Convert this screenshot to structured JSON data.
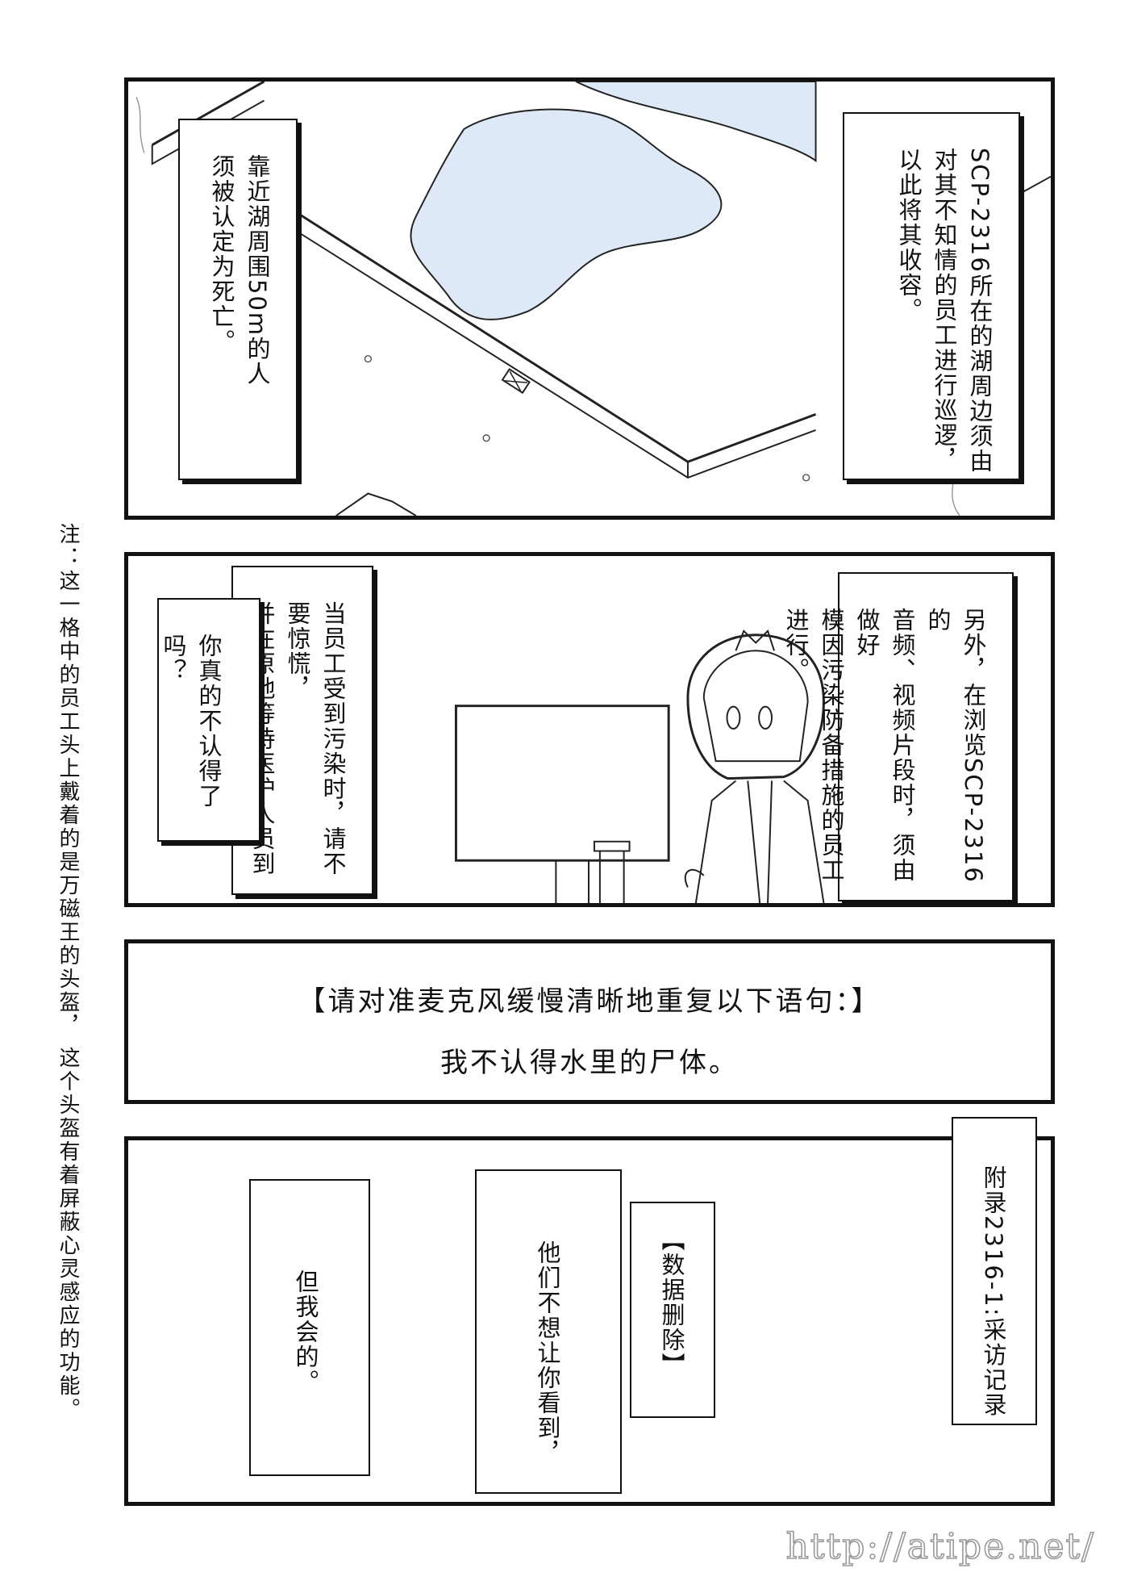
{
  "panel1": {
    "left_caption": "靠近湖周围50m的人\n须被认定为死亡。",
    "right_caption": "SCP-2316所在的湖周边须由\n对其不知情的员工进行巡逻，\n以此将其收容。"
  },
  "note": "注：这一格中的员工头上戴着的是万磁王的头盔，\n这个头盔有着屏蔽心灵感应的功能。",
  "panel2": {
    "caption_question": "你真的不认得了吗？",
    "caption_contamination": "当员工受到污染时，请不要惊慌，\n并在原地等待医护人员到场。",
    "caption_right": "另外，在浏览SCP-2316的\n音频、视频片段时，须由做好\n模因污染防备措施的员工进行。"
  },
  "panel3": {
    "line1": "【请对准麦克风缓慢清晰地重复以下语句：】",
    "line2": "我不认得水里的尸体。"
  },
  "panel4": {
    "appendix": "附录2316-1:采访记录",
    "deleted": "【数据删除】",
    "line_they": "他们不想让你看到，",
    "line_but": "但我会的。"
  },
  "watermark": "http://atipe.net/",
  "colors": {
    "lake": "#dde9f6",
    "ink": "#111111",
    "panel_bg": "#ffffff"
  }
}
